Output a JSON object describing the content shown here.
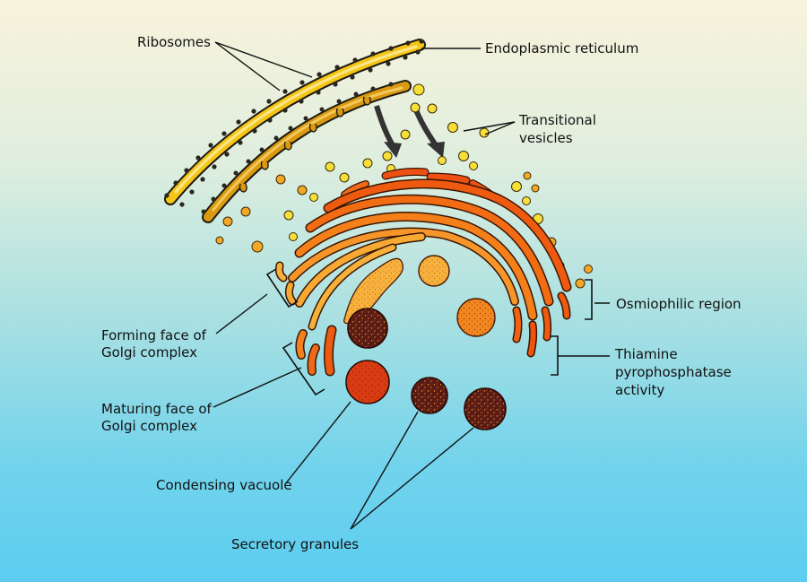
{
  "labels": {
    "ribosomes": "Ribosomes",
    "er": "Endoplasmic reticulum",
    "transitional_1": "Transitional",
    "transitional_2": "vesicles",
    "osmiophilic": "Osmiophilic region",
    "thiamine_1": "Thiamine",
    "thiamine_2": "pyrophosphatase",
    "thiamine_3": "activity",
    "forming_1": "Forming face of",
    "forming_2": "Golgi complex",
    "maturing_1": "Maturing face of",
    "maturing_2": "Golgi complex",
    "condensing": "Condensing vacuole",
    "secretory": "Secretory granules"
  },
  "colors": {
    "er_yellow": "#f5c518",
    "er_ochre": "#d99a12",
    "cisterna_outer": "#ee5a10",
    "cisterna_mid": "#f58a1e",
    "cisterna_inner": "#f6b13a",
    "vesicle": "#f7df3a",
    "granule_dark": "#5a1a14",
    "vacuole_red": "#d83a12"
  }
}
